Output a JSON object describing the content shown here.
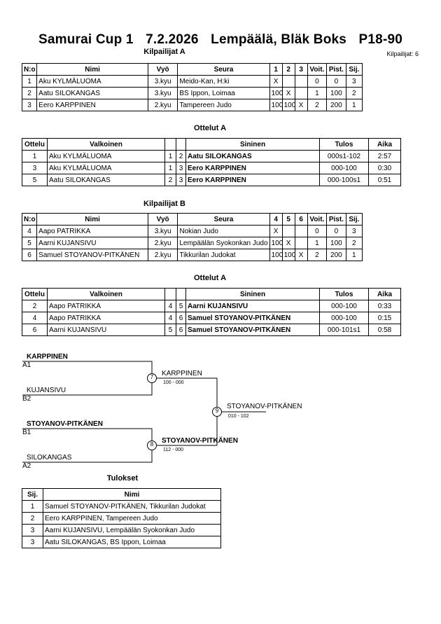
{
  "header": {
    "event": "Samurai Cup 1",
    "date": "7.2.2026",
    "venue": "Lempäälä, Bläk Boks",
    "category": "P18-90",
    "competitors_count": "Kilpailijat: 6"
  },
  "pool_a": {
    "title": "Kilpailijat A",
    "headers": {
      "no": "N:o",
      "name": "Nimi",
      "belt": "Vyö",
      "club": "Seura",
      "r1": "1",
      "r2": "2",
      "r3": "3",
      "wins": "Voit.",
      "points": "Pist.",
      "place": "Sij."
    },
    "rows": [
      {
        "no": "1",
        "name": "Aku KYLMÄLUOMA",
        "belt": "3.kyu",
        "club": "Meido-Kan, H:ki",
        "r1": "X",
        "r2": "",
        "r3": "",
        "wins": "0",
        "points": "0",
        "place": "3"
      },
      {
        "no": "2",
        "name": "Aatu SILOKANGAS",
        "belt": "3.kyu",
        "club": "BS Ippon, Loimaa",
        "r1": "100",
        "r2": "X",
        "r3": "",
        "wins": "1",
        "points": "100",
        "place": "2"
      },
      {
        "no": "3",
        "name": "Eero KARPPINEN",
        "belt": "2.kyu",
        "club": "Tampereen Judo",
        "r1": "100",
        "r2": "100",
        "r3": "X",
        "wins": "2",
        "points": "200",
        "place": "1"
      }
    ]
  },
  "matches_a": {
    "title": "Ottelut A",
    "headers": {
      "match": "Ottelu",
      "white": "Valkoinen",
      "blue": "Sininen",
      "result": "Tulos",
      "time": "Aika"
    },
    "rows": [
      {
        "match": "1",
        "white": "Aku KYLMÄLUOMA",
        "wn": "1",
        "bn": "2",
        "blue": "Aatu SILOKANGAS",
        "result": "000s1-102",
        "time": "2:57"
      },
      {
        "match": "3",
        "white": "Aku KYLMÄLUOMA",
        "wn": "1",
        "bn": "3",
        "blue": "Eero KARPPINEN",
        "result": "000-100",
        "time": "0:30"
      },
      {
        "match": "5",
        "white": "Aatu SILOKANGAS",
        "wn": "2",
        "bn": "3",
        "blue": "Eero KARPPINEN",
        "result": "000-100s1",
        "time": "0:51"
      }
    ]
  },
  "pool_b": {
    "title": "Kilpailijat B",
    "headers": {
      "no": "N:o",
      "name": "Nimi",
      "belt": "Vyö",
      "club": "Seura",
      "r1": "4",
      "r2": "5",
      "r3": "6",
      "wins": "Voit.",
      "points": "Pist.",
      "place": "Sij."
    },
    "rows": [
      {
        "no": "4",
        "name": "Aapo PATRIKKA",
        "belt": "3.kyu",
        "club": "Nokian Judo",
        "r1": "X",
        "r2": "",
        "r3": "",
        "wins": "0",
        "points": "0",
        "place": "3"
      },
      {
        "no": "5",
        "name": "Aarni KUJANSIVU",
        "belt": "2.kyu",
        "club": "Lempäälän Syokonkan Judo",
        "r1": "100",
        "r2": "X",
        "r3": "",
        "wins": "1",
        "points": "100",
        "place": "2"
      },
      {
        "no": "6",
        "name": "Samuel STOYANOV-PITKÄNEN",
        "belt": "2.kyu",
        "club": "Tikkurilan Judokat",
        "r1": "100",
        "r2": "100",
        "r3": "X",
        "wins": "2",
        "points": "200",
        "place": "1"
      }
    ]
  },
  "matches_b": {
    "title": "Ottelut A",
    "headers": {
      "match": "Ottelu",
      "white": "Valkoinen",
      "blue": "Sininen",
      "result": "Tulos",
      "time": "Aika"
    },
    "rows": [
      {
        "match": "2",
        "white": "Aapo PATRIKKA",
        "wn": "4",
        "bn": "5",
        "blue": "Aarni KUJANSIVU",
        "result": "000-100",
        "time": "0:33"
      },
      {
        "match": "4",
        "white": "Aapo PATRIKKA",
        "wn": "4",
        "bn": "6",
        "blue": "Samuel STOYANOV-PITKÄNEN",
        "result": "000-100",
        "time": "0:15"
      },
      {
        "match": "6",
        "white": "Aarni KUJANSIVU",
        "wn": "5",
        "bn": "6",
        "blue": "Samuel STOYANOV-PITKÄNEN",
        "result": "000-101s1",
        "time": "0:58"
      }
    ]
  },
  "bracket": {
    "sf1_top": "KARPPINEN",
    "sf1_top_seed": "A1",
    "sf1_bottom": "KUJANSIVU",
    "sf1_bottom_seed": "B2",
    "sf1_no": "7",
    "sf1_winner": "KARPPINEN",
    "sf1_score": "100 - 000",
    "sf2_top": "STOYANOV-PITKÄNEN",
    "sf2_top_seed": "B1",
    "sf2_bottom": "SILOKANGAS",
    "sf2_bottom_seed": "A2",
    "sf2_no": "8",
    "sf2_winner": "STOYANOV-PITKÄNEN",
    "sf2_score": "112 - 000",
    "final_no": "9",
    "final_winner": "STOYANOV-PITKÄNEN",
    "final_score": "010 - 102"
  },
  "results": {
    "title": "Tulokset",
    "headers": {
      "place": "Sij.",
      "name": "Nimi"
    },
    "rows": [
      {
        "place": "1",
        "name": "Samuel STOYANOV-PITKÄNEN, Tikkurilan Judokat"
      },
      {
        "place": "2",
        "name": "Eero KARPPINEN, Tampereen Judo"
      },
      {
        "place": "3",
        "name": "Aarni KUJANSIVU, Lempäälän Syokonkan Judo"
      },
      {
        "place": "3",
        "name": "Aatu SILOKANGAS, BS Ippon, Loimaa"
      }
    ]
  }
}
